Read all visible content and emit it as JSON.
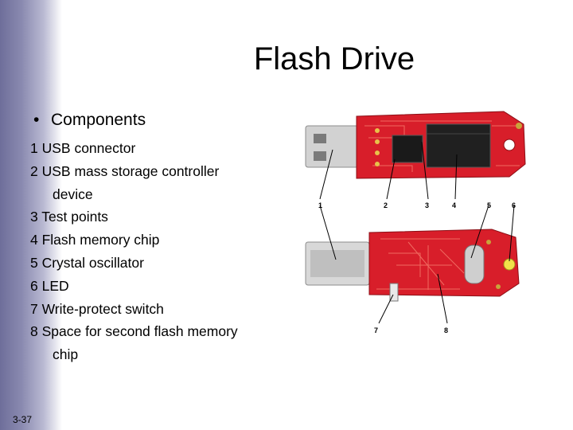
{
  "slide": {
    "title": "Flash Drive",
    "bullet": "Components",
    "items": [
      {
        "line1": "1 USB connector",
        "line2": ""
      },
      {
        "line1": "2 USB mass storage controller",
        "line2": "device"
      },
      {
        "line1": "3 Test points",
        "line2": ""
      },
      {
        "line1": "4 Flash memory chip",
        "line2": ""
      },
      {
        "line1": "5 Crystal oscillator",
        "line2": ""
      },
      {
        "line1": "6 LED",
        "line2": ""
      },
      {
        "line1": "7 Write-protect switch",
        "line2": ""
      },
      {
        "line1": "8 Space for second flash memory",
        "line2": "chip"
      }
    ],
    "slide_number": "3-37"
  },
  "photo_labels": [
    "1",
    "2",
    "3",
    "4",
    "5",
    "6",
    "7",
    "8"
  ],
  "colors": {
    "pcb_red": "#d81e2a",
    "sidebar": "#7a7aa6",
    "connector_metal": "#cfcfcf"
  }
}
